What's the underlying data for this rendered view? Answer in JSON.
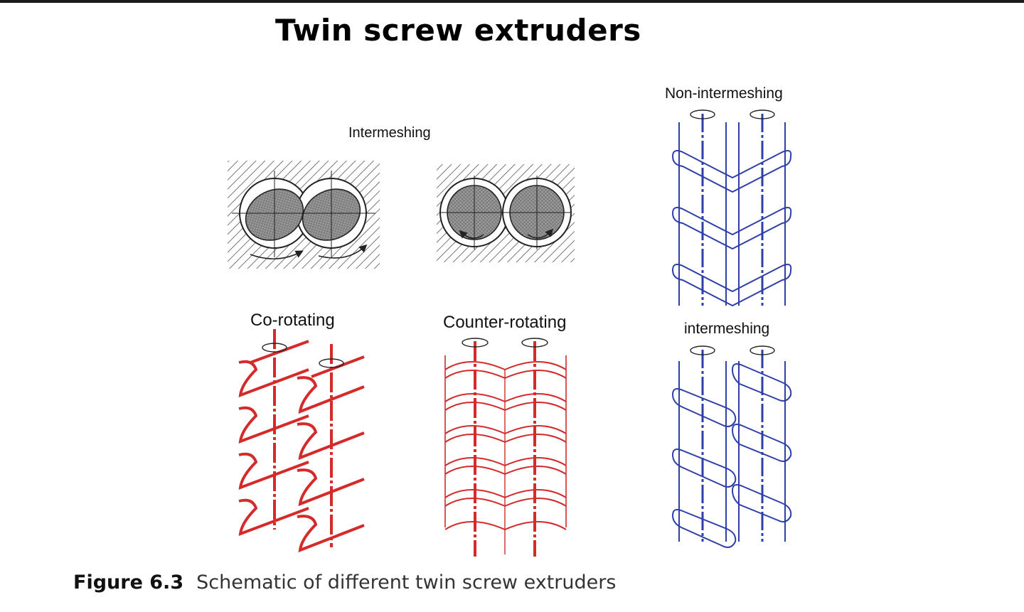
{
  "title": "Twin screw extruders",
  "labels": {
    "intermeshing_top": "Intermeshing",
    "co_rotating": "Co-rotating",
    "counter_rotating": "Counter-rotating",
    "non_intermeshing": "Non-intermeshing",
    "intermeshing_right": "intermeshing"
  },
  "caption": {
    "number": "Figure 6.3",
    "text": "Schematic of different twin screw extruders"
  },
  "colors": {
    "co_counter_screws": "#d42a2a",
    "right_column_screws": "#2e3fa8",
    "cross_section_fill": "#9a9a9a",
    "hatch": "#555555"
  }
}
